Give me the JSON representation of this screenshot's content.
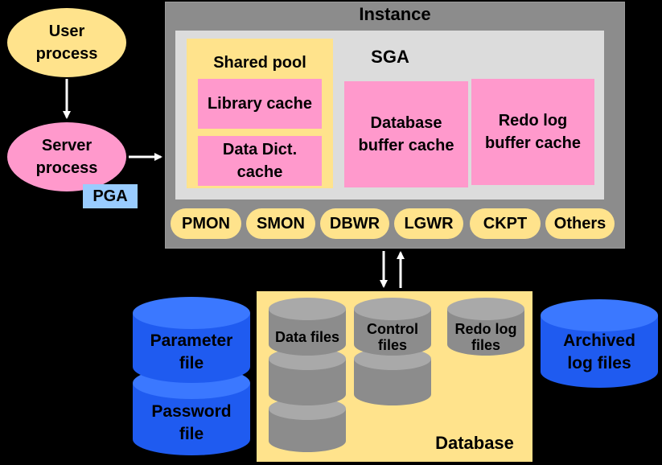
{
  "user_process": "User process",
  "server_process": "Server process",
  "pga": "PGA",
  "instance": {
    "title": "Instance",
    "sga": {
      "title": "SGA",
      "shared_pool": {
        "title": "Shared pool",
        "library_cache": "Library cache",
        "data_dict_cache": "Data Dict. cache"
      },
      "database_buffer_cache": "Database buffer cache",
      "redo_log_buffer_cache": "Redo log buffer cache"
    },
    "processes": [
      "PMON",
      "SMON",
      "DBWR",
      "LGWR",
      "CKPT",
      "Others"
    ]
  },
  "database": {
    "title": "Database",
    "data_files": "Data files",
    "control_files": "Control files",
    "redo_log_files": "Redo log files"
  },
  "parameter_file": "Parameter file",
  "password_file": "Password file",
  "archived_log_files": "Archived log files",
  "colors": {
    "background": "#000000",
    "instance": "#8c8c8c",
    "sga": "#dcdcdc",
    "yellow": "#ffe38c",
    "pink": "#ff99cc",
    "pga": "#99ccff",
    "blue_cylinder": "#1f5bf0",
    "gray_cylinder": "#8c8c8c"
  }
}
